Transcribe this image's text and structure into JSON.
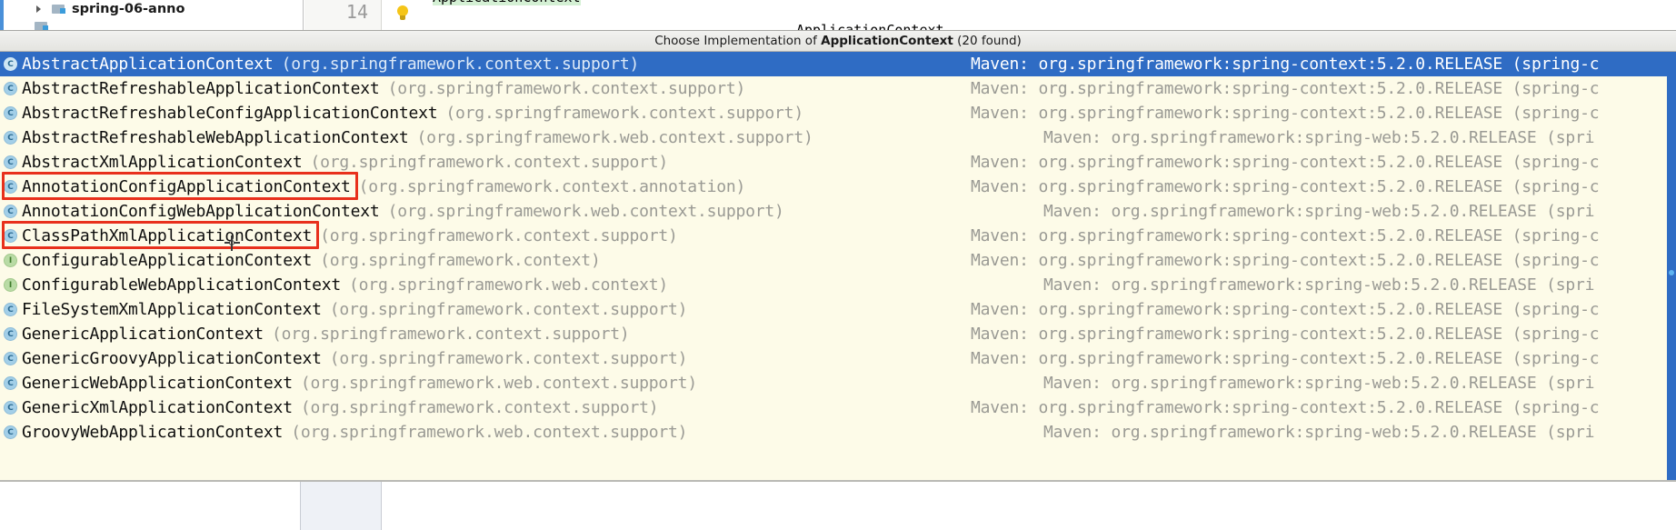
{
  "ide": {
    "project_tree": {
      "node_label": "spring-06-anno",
      "expand_icon": "chevron-right-icon",
      "folder_icon": "module-folder-icon"
    },
    "gutter": {
      "line_number": "14"
    },
    "editor": {
      "intention_icon": "lightbulb-icon",
      "code_fragment": "ApplicationContext",
      "code_fragment_2": "ApplicationContext"
    }
  },
  "popup": {
    "title_prefix": "Choose Implementation of ",
    "title_symbol": "ApplicationContext",
    "title_suffix": " (20 found)",
    "selected_index": 0,
    "maven_context": "Maven: org.springframework:spring-context:5.2.0.RELEASE (spring-c",
    "maven_web": "Maven: org.springframework:spring-web:5.2.0.RELEASE (spri",
    "items": [
      {
        "icon": "class-icon",
        "kind": "class",
        "name": "AbstractApplicationContext",
        "package": "(org.springframework.context.support)",
        "library": "context",
        "selected": true,
        "annotated": false
      },
      {
        "icon": "class-icon",
        "kind": "class",
        "name": "AbstractRefreshableApplicationContext",
        "package": "(org.springframework.context.support)",
        "library": "context",
        "selected": false,
        "annotated": false
      },
      {
        "icon": "class-icon",
        "kind": "class",
        "name": "AbstractRefreshableConfigApplicationContext",
        "package": "(org.springframework.context.support)",
        "library": "context",
        "selected": false,
        "annotated": false
      },
      {
        "icon": "class-icon",
        "kind": "class",
        "name": "AbstractRefreshableWebApplicationContext",
        "package": "(org.springframework.web.context.support)",
        "library": "web",
        "selected": false,
        "annotated": false
      },
      {
        "icon": "class-icon",
        "kind": "class",
        "name": "AbstractXmlApplicationContext",
        "package": "(org.springframework.context.support)",
        "library": "context",
        "selected": false,
        "annotated": false
      },
      {
        "icon": "class-icon",
        "kind": "class",
        "name": "AnnotationConfigApplicationContext",
        "package": "(org.springframework.context.annotation)",
        "library": "context",
        "selected": false,
        "annotated": true
      },
      {
        "icon": "class-icon",
        "kind": "class",
        "name": "AnnotationConfigWebApplicationContext",
        "package": "(org.springframework.web.context.support)",
        "library": "web",
        "selected": false,
        "annotated": false
      },
      {
        "icon": "class-icon",
        "kind": "class",
        "name": "ClassPathXmlApplicationContext",
        "package": "(org.springframework.context.support)",
        "library": "context",
        "selected": false,
        "annotated": true
      },
      {
        "icon": "interface-icon",
        "kind": "interface",
        "name": "ConfigurableApplicationContext",
        "package": "(org.springframework.context)",
        "library": "context",
        "selected": false,
        "annotated": false
      },
      {
        "icon": "interface-icon",
        "kind": "interface",
        "name": "ConfigurableWebApplicationContext",
        "package": "(org.springframework.web.context)",
        "library": "web",
        "selected": false,
        "annotated": false
      },
      {
        "icon": "class-icon",
        "kind": "class",
        "name": "FileSystemXmlApplicationContext",
        "package": "(org.springframework.context.support)",
        "library": "context",
        "selected": false,
        "annotated": false
      },
      {
        "icon": "class-icon",
        "kind": "class",
        "name": "GenericApplicationContext",
        "package": "(org.springframework.context.support)",
        "library": "context",
        "selected": false,
        "annotated": false
      },
      {
        "icon": "class-icon",
        "kind": "class",
        "name": "GenericGroovyApplicationContext",
        "package": "(org.springframework.context.support)",
        "library": "context",
        "selected": false,
        "annotated": false
      },
      {
        "icon": "class-icon",
        "kind": "class",
        "name": "GenericWebApplicationContext",
        "package": "(org.springframework.web.context.support)",
        "library": "web",
        "selected": false,
        "annotated": false
      },
      {
        "icon": "class-icon",
        "kind": "class",
        "name": "GenericXmlApplicationContext",
        "package": "(org.springframework.context.support)",
        "library": "context",
        "selected": false,
        "annotated": false
      },
      {
        "icon": "class-icon",
        "kind": "class",
        "name": "GroovyWebApplicationContext",
        "package": "(org.springframework.web.context.support)",
        "library": "web",
        "selected": false,
        "annotated": false
      }
    ]
  },
  "colors": {
    "popup_background": "#fdfbe8",
    "selection_blue": "#2f6cc4",
    "annotation_red": "#e8301c",
    "package_gray": "#9a9a94",
    "class_icon": "#a3cfe8",
    "interface_icon": "#b9dba5"
  }
}
